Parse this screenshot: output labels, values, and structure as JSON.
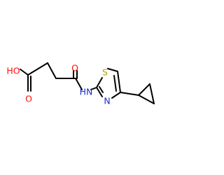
{
  "molecule": {
    "atoms": {
      "hydroxyl": "HO",
      "carboxyl_oxygen": "O",
      "amide_oxygen": "O",
      "amide_nitrogen": "HN",
      "thiazole_sulfur": "S",
      "thiazole_nitrogen": "N"
    },
    "colors": {
      "carbon_bond": "#000000",
      "oxygen": "#ff0d0d",
      "nitrogen": "#1a2bd8",
      "sulfur": "#b8a000",
      "background": "#ffffff"
    }
  }
}
